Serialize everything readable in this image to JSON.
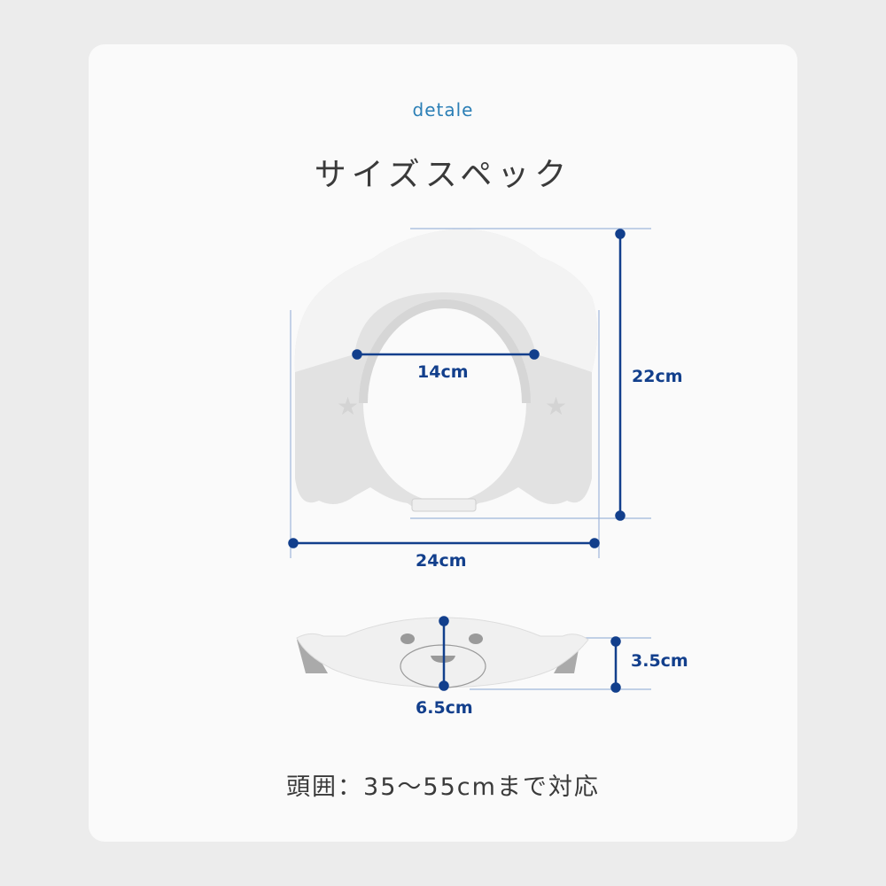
{
  "header": {
    "brand": "detale",
    "title": "サイズスペック"
  },
  "dimensions": {
    "inner_width": "14cm",
    "height": "22cm",
    "width": "24cm",
    "depth": "3.5cm",
    "front_height": "6.5cm"
  },
  "footer": {
    "head_size": "頭囲：35〜55cmまで対応"
  },
  "colors": {
    "accent": "#123f8c",
    "guide_line": "#9fb6da",
    "brand": "#2b7fb6"
  }
}
